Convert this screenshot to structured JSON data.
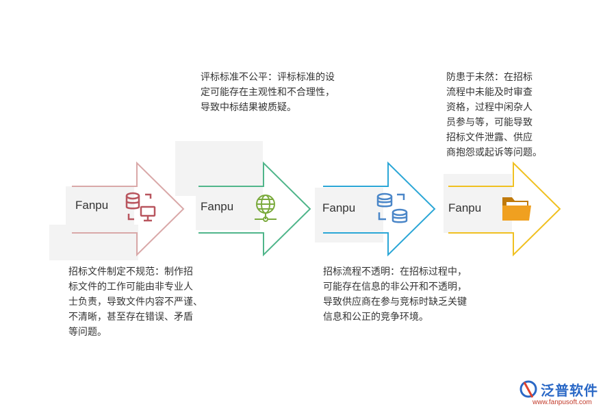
{
  "steps": [
    {
      "label": "Fanpu",
      "icon": "database-monitor-icon",
      "color": "#d9a8a8",
      "desc": "招标文件制定不规范：制作招\n标文件的工作可能由非专业人\n士负责，导致文件内容不严谨、\n不清晰，甚至存在错误、矛盾\n等问题。"
    },
    {
      "label": "Fanpu",
      "icon": "globe-network-icon",
      "color": "#4fb58a",
      "desc": "评标标准不公平：评标标准的设\n定可能存在主观性和不合理性，\n导致中标结果被质疑。"
    },
    {
      "label": "Fanpu",
      "icon": "database-sync-icon",
      "color": "#2aa6d6",
      "desc": "招标流程不透明：在招标过程中，\n可能存在信息的非公开和不透明，\n导致供应商在参与竞标时缺乏关键\n信息和公正的竞争环境。"
    },
    {
      "label": "Fanpu",
      "icon": "folder-icon",
      "color": "#f0c020",
      "desc": "防患于未然：在招标\n流程中未能及时审查\n资格，过程中闲杂人\n员参与等，可能导致\n招标文件泄露、供应\n商抱怨或起诉等问题。"
    }
  ],
  "logo": {
    "name": "泛普软件",
    "url": "www.fanpusoft.com"
  }
}
